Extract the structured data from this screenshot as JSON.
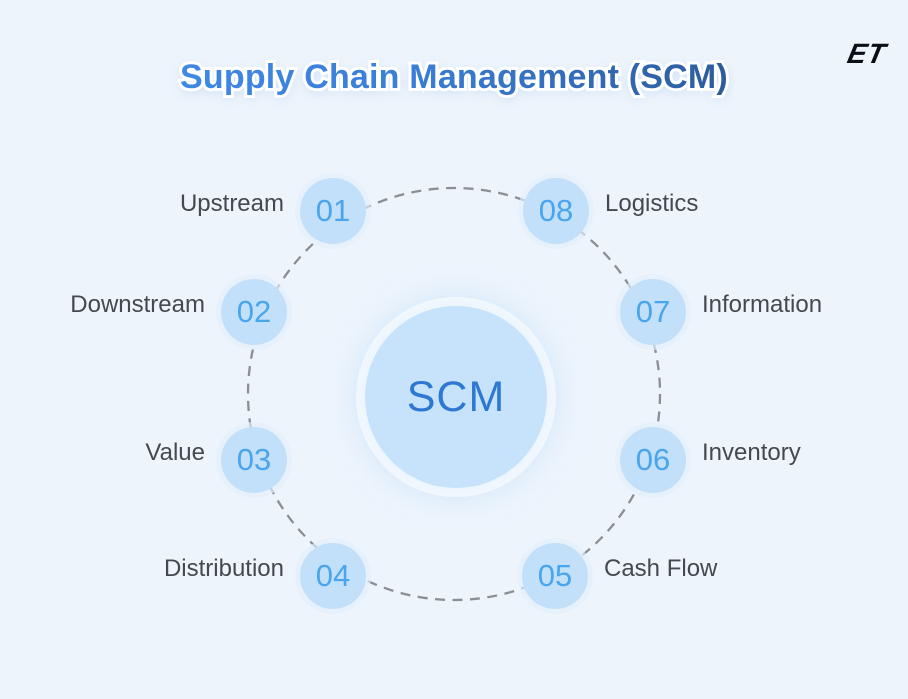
{
  "page": {
    "background_color": "#edf4fc"
  },
  "logo": {
    "text": "ET"
  },
  "title": {
    "text": "Supply Chain Management (SCM)",
    "gradient_from": "#3f88e4",
    "gradient_to": "#2d5c9d",
    "outline_color": "#ffffff"
  },
  "diagram": {
    "center_label": "SCM",
    "nodes": [
      {
        "number": "01",
        "label": "Upstream",
        "side": "left"
      },
      {
        "number": "02",
        "label": "Downstream",
        "side": "left"
      },
      {
        "number": "03",
        "label": "Value",
        "side": "left"
      },
      {
        "number": "04",
        "label": "Distribution",
        "side": "left"
      },
      {
        "number": "05",
        "label": "Cash Flow",
        "side": "right"
      },
      {
        "number": "06",
        "label": "Inventory",
        "side": "right"
      },
      {
        "number": "07",
        "label": "Information",
        "side": "right"
      },
      {
        "number": "08",
        "label": "Logistics",
        "side": "right"
      }
    ],
    "colors": {
      "node_fill": "#c2e0f9",
      "node_number": "#49a5ee",
      "center_fill": "#c7e3fb",
      "center_text": "#2d78d3",
      "dashed_ring": "#8a8f96",
      "label_text": "#45494e"
    }
  }
}
